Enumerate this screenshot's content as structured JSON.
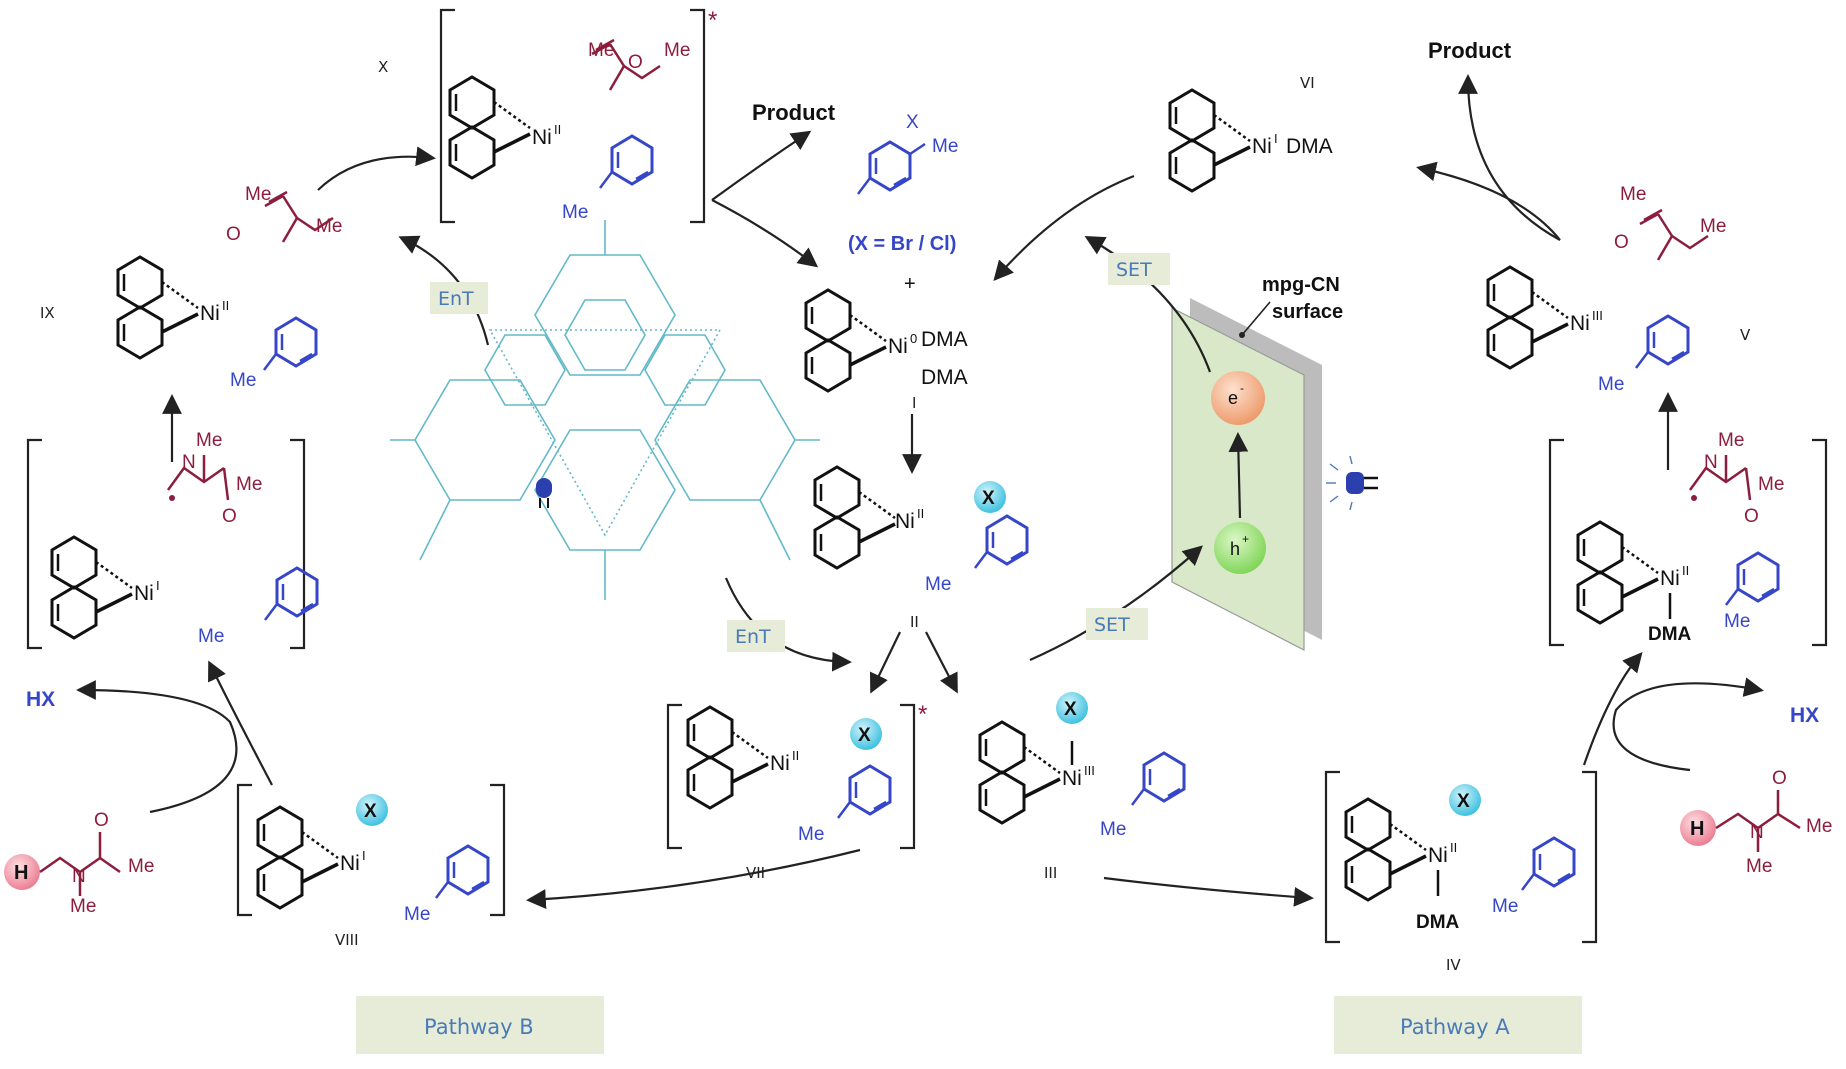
{
  "products": {
    "left": "Product",
    "right": "Product"
  },
  "byproducts": {
    "left": "HX",
    "right": "HX"
  },
  "transfer_labels": {
    "ent_top": "EnT",
    "ent_mid": "EnT",
    "set_top": "SET",
    "set_mid": "SET"
  },
  "intermediate_numbers": {
    "I": "I",
    "II": "II",
    "III": "III",
    "IV": "IV",
    "V": "V",
    "VI": "VI",
    "VII": "VII",
    "VIII": "VIII",
    "IX": "IX",
    "X": "X"
  },
  "substrate": {
    "x_note": "(X = Br / Cl)",
    "plus": "+"
  },
  "surface": {
    "label_line1": "mpg-CN",
    "label_line2": "surface",
    "electron": "e",
    "hole": "h"
  },
  "pathways": {
    "a": "Pathway A",
    "b": "Pathway B"
  },
  "ligand_labels": {
    "dma": "DMA"
  },
  "colors": {
    "amide": "#8c1d3d",
    "aryl": "#3646c8",
    "cn_framework": "#63b9c8",
    "pathway_box": "#e6ecd7",
    "electron_ball": "#f3b08a",
    "hole_ball": "#9ee37a",
    "x_ball": "#5fd0e6",
    "h_ball": "#f08a9c"
  }
}
